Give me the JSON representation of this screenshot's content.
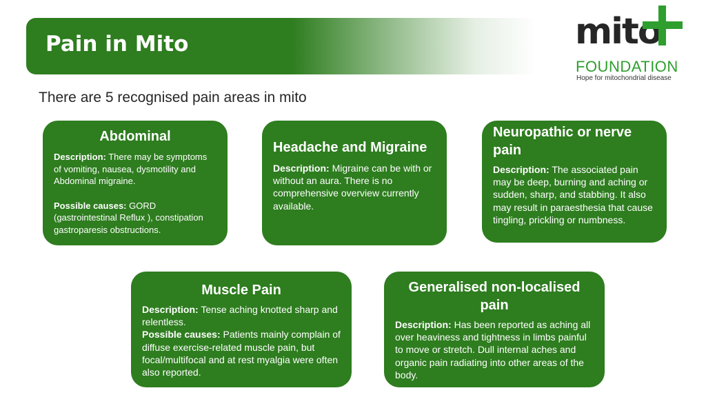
{
  "header": {
    "title": "Pain in Mito"
  },
  "logo": {
    "word": "mito",
    "foundation": "FOUNDATION",
    "tagline": "Hope for mitochondrial disease"
  },
  "intro": "There are 5 recognised pain areas in mito",
  "cards": {
    "abdominal": {
      "title": "Abdominal",
      "desc_label": "Description:",
      "desc_text": " There may be symptoms of vomiting, nausea, dysmotility and",
      "desc_text2": "Abdominal migraine.",
      "causes_label": "Possible causes:",
      "causes_text": " GORD (gastrointestinal Reflux ), constipation gastroparesis obstructions."
    },
    "headache": {
      "title": "Headache and Migraine",
      "desc_label": "Description:",
      "desc_text": " Migraine can be with or without  an aura. There is no comprehensive overview currently available."
    },
    "neuropathic": {
      "title": "Neuropathic or nerve pain",
      "desc_label": "Description:",
      "desc_text": " The associated pain may be deep, burning and aching or sudden, sharp, and stabbing. It also may result in paraesthesia that cause tingling, prickling or numbness."
    },
    "muscle": {
      "title": "Muscle Pain",
      "desc_label": "Description:",
      "desc_text": " Tense aching knotted sharp and relentless.",
      "causes_label": "Possible causes:",
      "causes_text": " Patients mainly complain of diffuse exercise-related muscle pain,  but focal/multifocal and at rest myalgia were often also reported."
    },
    "generalised": {
      "title": "Generalised non-localised pain",
      "desc_label": "Description:",
      "desc_text": " Has been reported as aching all over heaviness and tightness in limbs painful to move or stretch. Dull internal aches and organic pain radiating into other areas of the body."
    }
  },
  "colors": {
    "card_green": "#2e7d1f",
    "logo_green": "#2e9e2e",
    "logo_dark": "#262626"
  }
}
